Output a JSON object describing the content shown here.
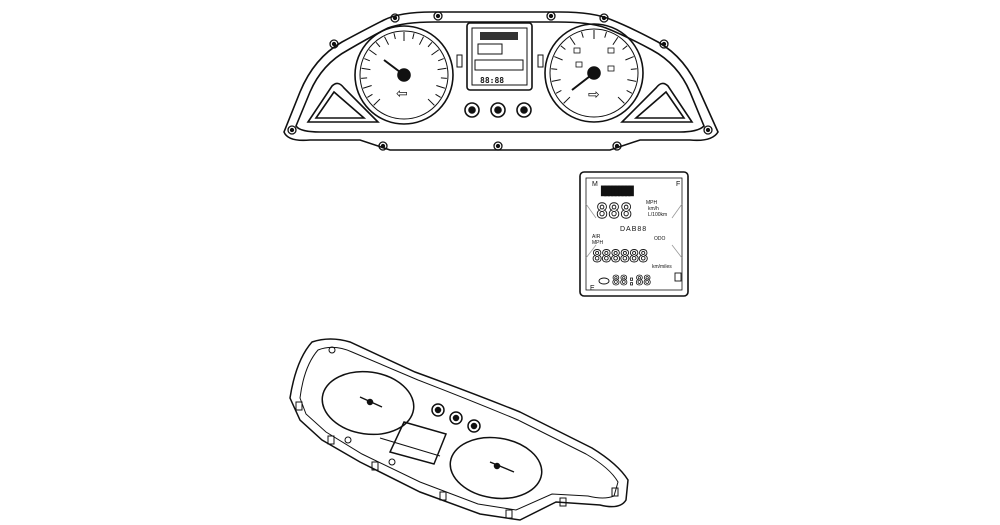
{
  "figure": {
    "views": [
      {
        "id": "front-view",
        "description_shown": false
      },
      {
        "id": "lcd-detail",
        "description_shown": false
      },
      {
        "id": "rear-perspective",
        "description_shown": false
      }
    ]
  },
  "lcd": {
    "top_left_marker": "M",
    "top_right_marker": "F",
    "bottom_left_marker": "E",
    "banner": "█████████",
    "main_digits": "888",
    "unit_lines": [
      "MPH",
      "km/h",
      "L/100km"
    ],
    "mode_label": "DAB88",
    "small_left_labels": [
      "AIR",
      "MPH"
    ],
    "right_label": "ODO",
    "odometer": "888888",
    "odometer_unit": "km/miles",
    "clock": "88:88"
  },
  "speedometer": {
    "arrow": "left"
  },
  "tachometer": {
    "arrow": "right"
  },
  "center_display_clock": "88:88",
  "buttons": {
    "count": 3
  }
}
